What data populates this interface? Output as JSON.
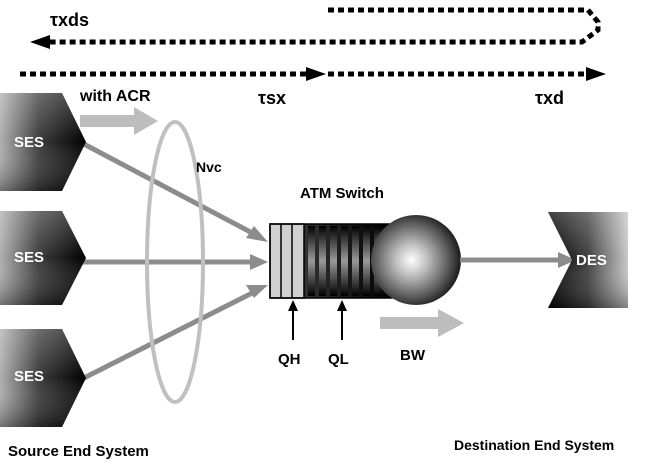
{
  "labels": {
    "txds": "τxds",
    "tsx": "τsx",
    "txd": "τxd",
    "with_acr": "with ACR",
    "nvc": "Nvc",
    "atm_switch": "ATM Switch",
    "qh": "QH",
    "ql": "QL",
    "bw": "BW",
    "source_end_system": "Source End System",
    "destination_end_system": "Destination End System"
  },
  "sources": [
    {
      "label": "SES"
    },
    {
      "label": "SES"
    },
    {
      "label": "SES"
    }
  ],
  "destination": {
    "label": "DES"
  },
  "colors": {
    "dotted": "#000000",
    "arrow_gray": "#8c8c8c",
    "light_arrow": "#bdbdbd",
    "ring": "#c0c0c0",
    "box_dark": "#111111"
  }
}
